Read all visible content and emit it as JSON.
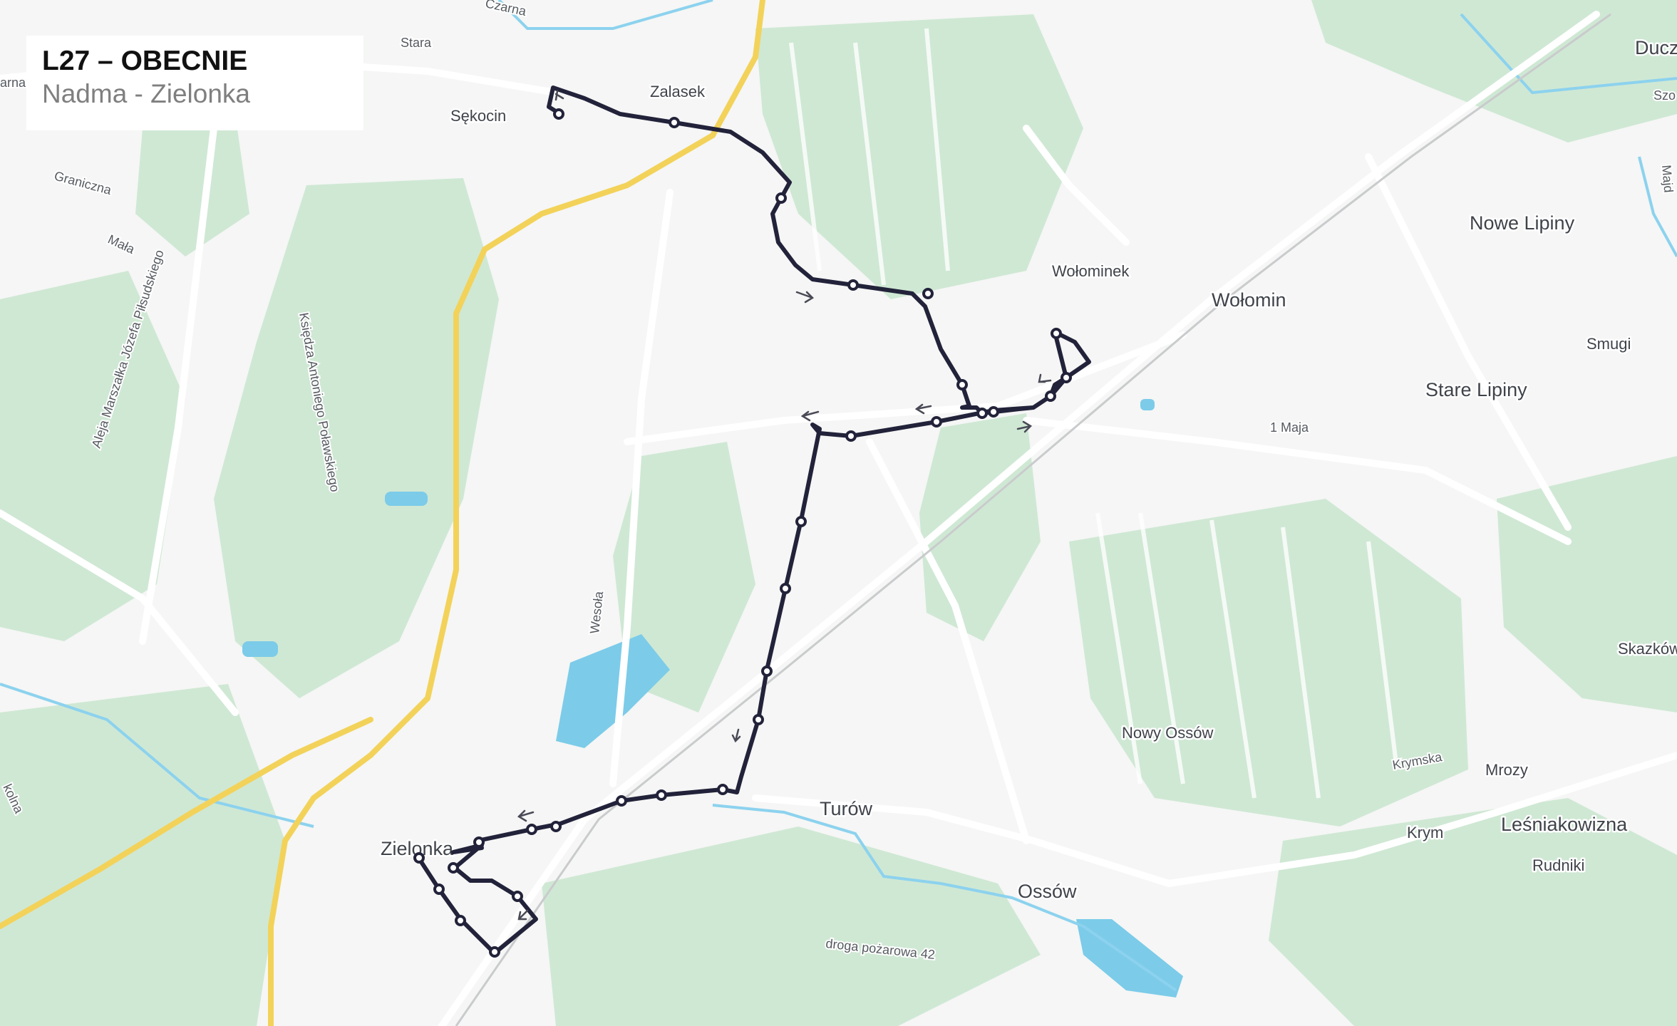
{
  "title": {
    "route": "L27 – OBECNIE",
    "subtitle": "Nadma - Zielonka"
  },
  "colors": {
    "route": "#22223a",
    "forest": "#cde8d2",
    "field": "#f6f7f6",
    "water": "#7ccbe9",
    "expressway": "#f3d25a"
  },
  "places": [
    {
      "id": "zalasek",
      "text": "Zalasek"
    },
    {
      "id": "sekocin",
      "text": "Sękocin"
    },
    {
      "id": "wolominek",
      "text": "Wołominek"
    },
    {
      "id": "wolomin",
      "text": "Wołomin"
    },
    {
      "id": "nowe-lipiny",
      "text": "Nowe Lipiny"
    },
    {
      "id": "smugi",
      "text": "Smugi"
    },
    {
      "id": "stare-lipiny",
      "text": "Stare Lipiny"
    },
    {
      "id": "turow",
      "text": "Turów"
    },
    {
      "id": "nowy-ossow",
      "text": "Nowy Ossów"
    },
    {
      "id": "ossow",
      "text": "Ossów"
    },
    {
      "id": "zielonka",
      "text": "Zielonka"
    },
    {
      "id": "mrozy",
      "text": "Mrozy"
    },
    {
      "id": "krym",
      "text": "Krym"
    },
    {
      "id": "lesniakowizna",
      "text": "Leśniakowizna"
    },
    {
      "id": "rudniki",
      "text": "Rudniki"
    },
    {
      "id": "skazkowo",
      "text": "Skazków"
    },
    {
      "id": "ducz",
      "text": "Ducz"
    }
  ],
  "streets": [
    {
      "id": "stara",
      "text": "Stara"
    },
    {
      "id": "czarna",
      "text": "Czarna"
    },
    {
      "id": "graniczna",
      "text": "Graniczna"
    },
    {
      "id": "mala",
      "text": "Mała"
    },
    {
      "id": "pilsudskiego",
      "text": "Aleja Marszałka Józefa Piłsudskiego"
    },
    {
      "id": "polawskiego",
      "text": "Księdza Antoniego Poławskiego"
    },
    {
      "id": "wesola",
      "text": "Wesoła"
    },
    {
      "id": "1maja",
      "text": "1 Maja"
    },
    {
      "id": "krymska",
      "text": "Krymska"
    },
    {
      "id": "droga",
      "text": "droga pożarowa 42"
    },
    {
      "id": "kolna",
      "text": "kolna"
    },
    {
      "id": "arna",
      "text": "arna"
    },
    {
      "id": "szo",
      "text": "Szo"
    },
    {
      "id": "majd",
      "text": "Majd"
    }
  ]
}
